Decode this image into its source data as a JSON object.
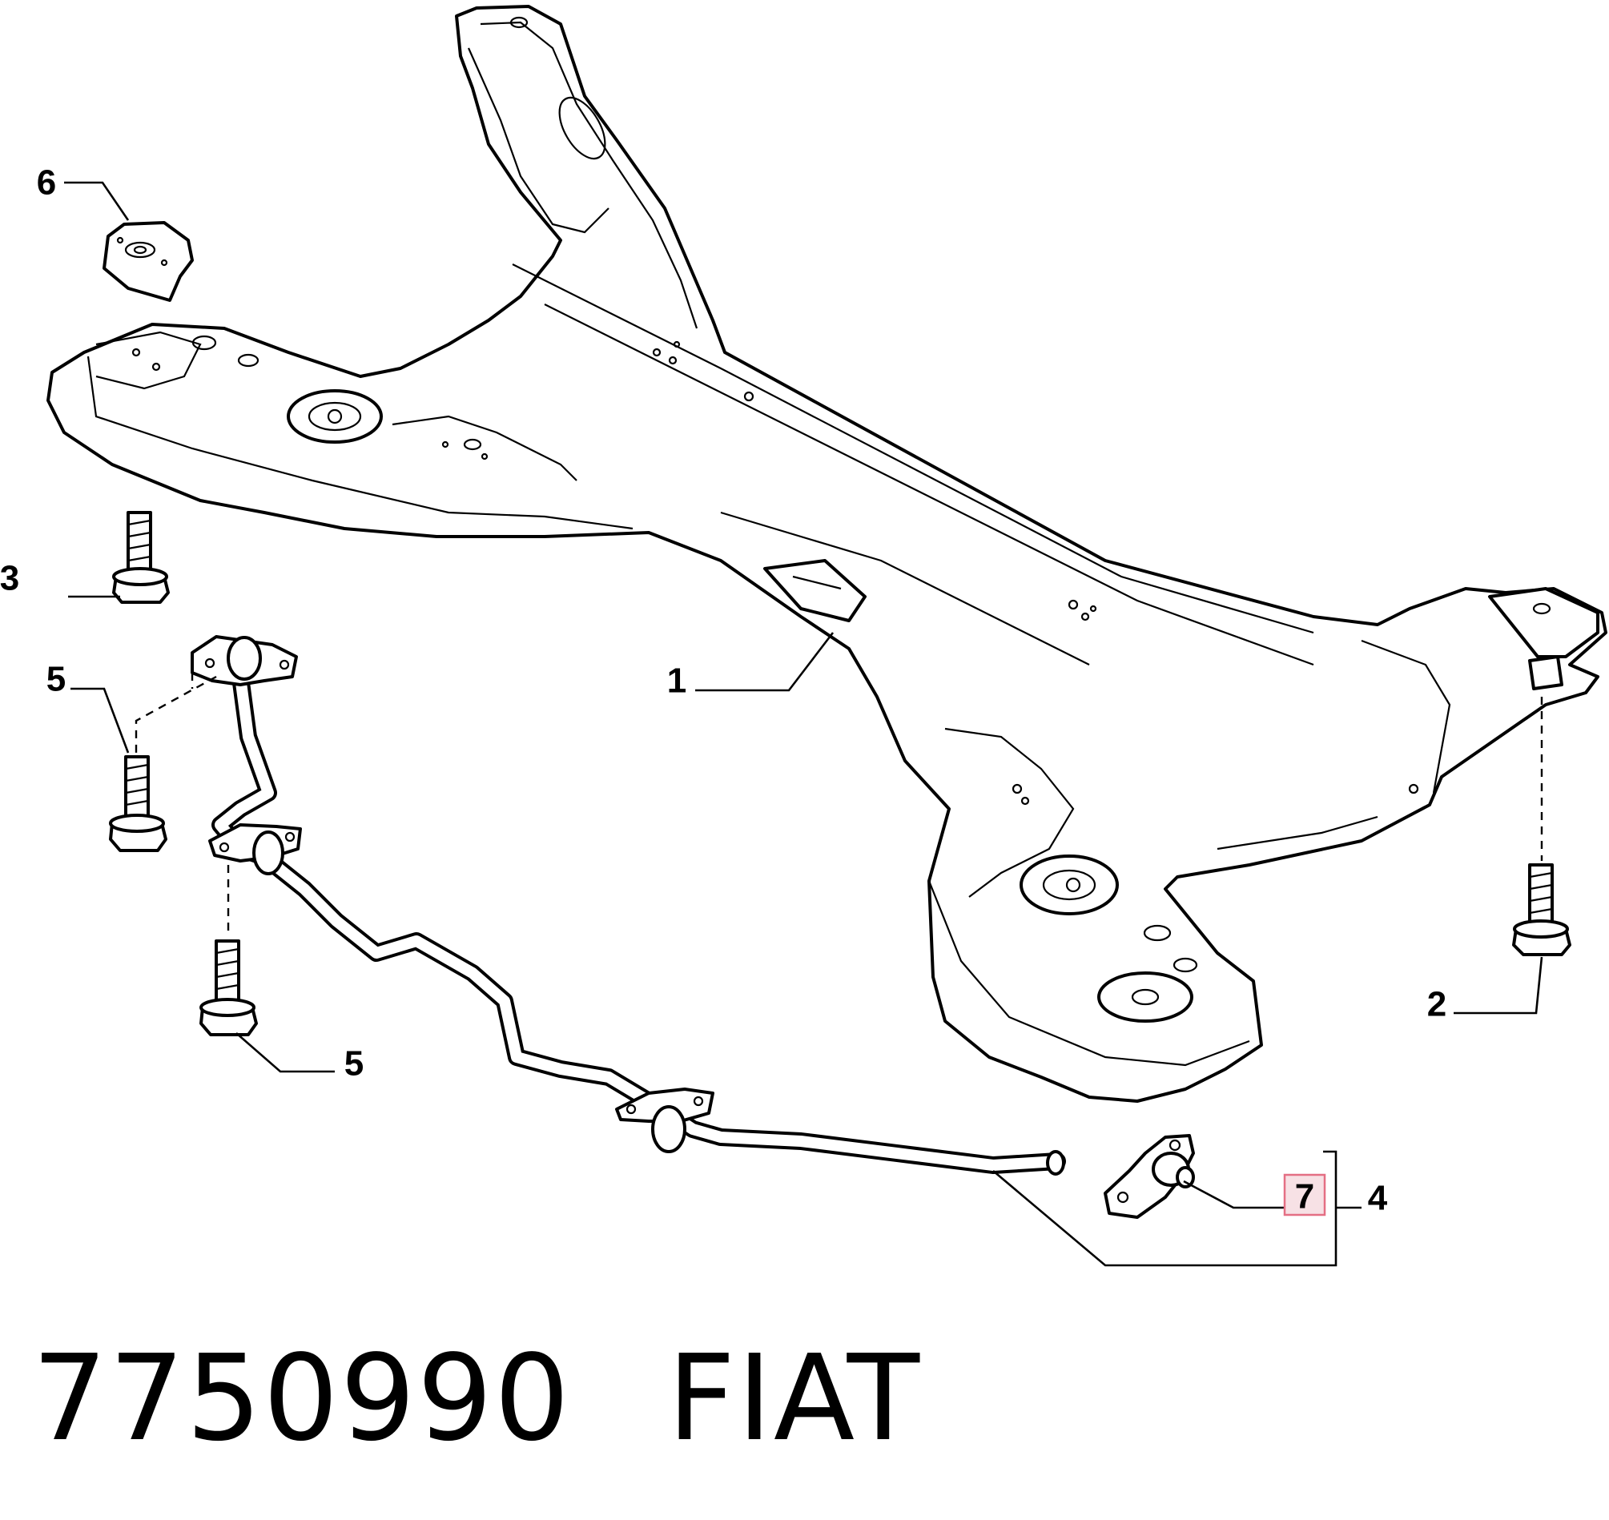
{
  "callouts": {
    "c1": "1",
    "c2": "2",
    "c3": "3",
    "c4": "4",
    "c5a": "5",
    "c5b": "5",
    "c6": "6",
    "c7": "7"
  },
  "highlight_color": "#e46f84",
  "caption": {
    "part_number": "7750990",
    "brand": "FIAT"
  }
}
